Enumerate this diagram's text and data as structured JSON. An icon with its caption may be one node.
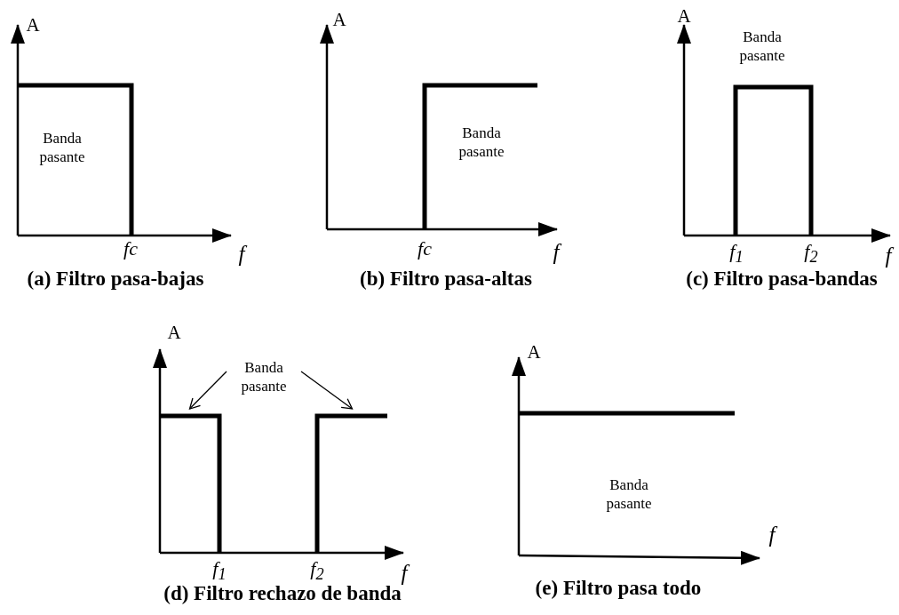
{
  "diagram": {
    "nodes": [
      {
        "text": [
          "Banda pasante"
        ]
      },
      {
        "text": [],
        "shape": "bar"
      },
      {
        "text": [],
        "shape": "bar"
      }
    ],
    "edges": [
      {
        "from": 0,
        "to": 1,
        "arrow": "to"
      },
      {
        "from": 0,
        "to": 2,
        "arrow": "to"
      }
    ],
    "labels": [
      "A",
      "Banda pasante",
      "fc",
      "f",
      "(a) Filtro pasa-bajas",
      "A",
      "Banda pasante",
      "fc",
      "f",
      "(b) Filtro pasa-altas",
      "A",
      "Banda pasante",
      "f$_{1}$",
      "f$_{2}$",
      "f",
      "(c) Filtro pasa-bandas",
      "A",
      "f$_{1}$",
      "f$_{2}$",
      "f",
      "(d) Filtro rechazo de banda",
      "A",
      "Banda pasante",
      "f",
      "(e) Filtro pasa todo"
    ]
  }
}
